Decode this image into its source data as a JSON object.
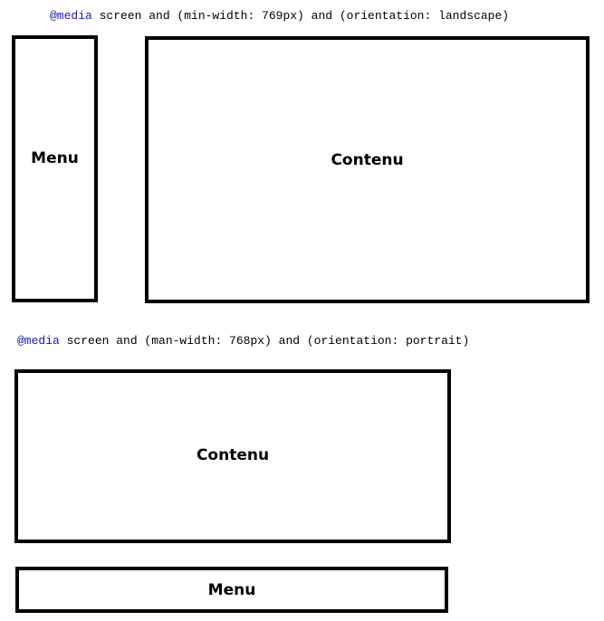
{
  "landscape": {
    "query_keyword": "@media",
    "query_rest": " screen and (min-width: 769px) and (orientation: landscape)",
    "menu_label": "Menu",
    "content_label": "Contenu"
  },
  "portrait": {
    "query_keyword": "@media",
    "query_rest": " screen and (man-width: 768px) and (orientation: portrait)",
    "content_label": "Contenu",
    "menu_label": "Menu"
  },
  "colors": {
    "keyword": "#1a1aa6",
    "border": "#000000",
    "background": "#ffffff"
  }
}
